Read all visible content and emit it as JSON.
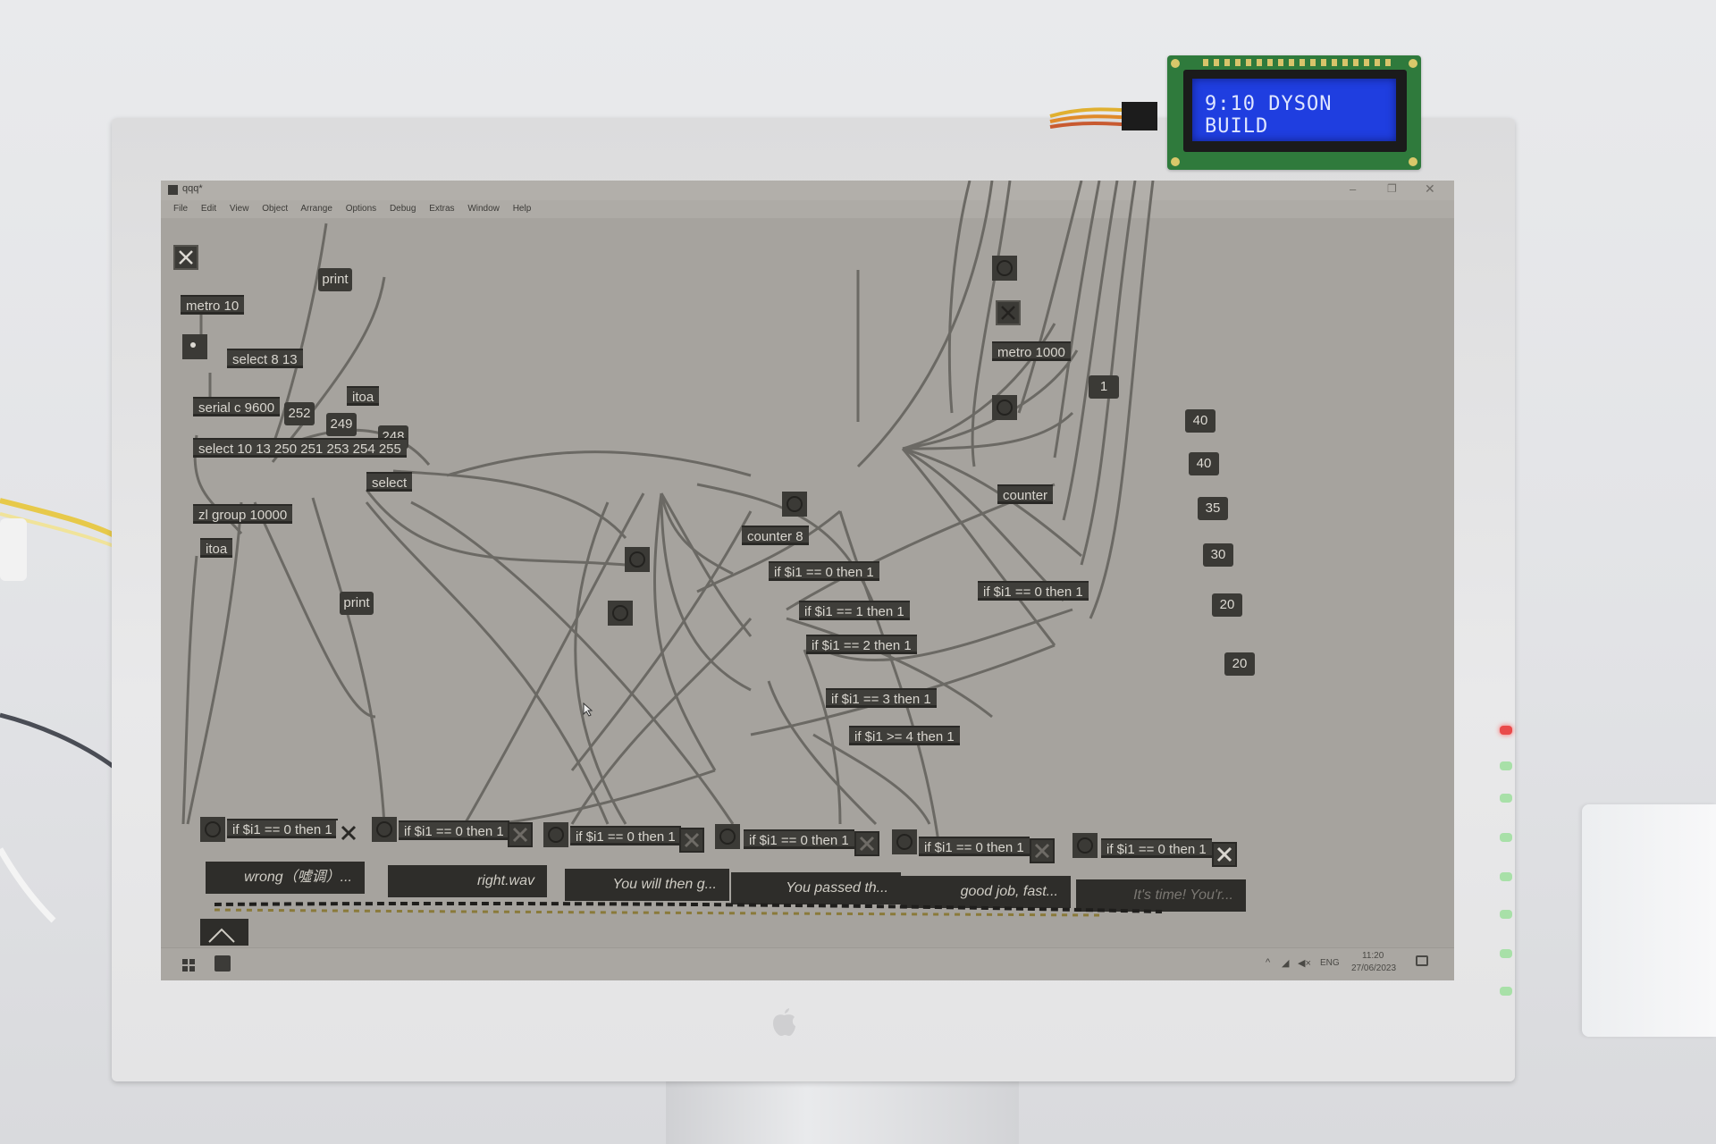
{
  "lcd": {
    "text": "9:10 DYSON BUILD"
  },
  "window": {
    "title": "qqq*",
    "menu": [
      "File",
      "Edit",
      "View",
      "Object",
      "Arrange",
      "Options",
      "Debug",
      "Extras",
      "Window",
      "Help"
    ]
  },
  "patch": {
    "metro_left": "metro 10",
    "metro_right": "metro 1000",
    "print_top": "print",
    "print_bottom": "print",
    "select_813": "select 8 13",
    "serial": "serial c 9600",
    "itoa_top": "itoa",
    "itoa_left": "itoa",
    "select_main": "select 10 13 250 251 253 254 255",
    "select_plain": "select",
    "zl_group": "zl group 10000",
    "counter_8": "counter 8",
    "counter": "counter",
    "num_252": "252",
    "num_249": "249",
    "num_248": "248",
    "num_1": "1",
    "nums_right": [
      "40",
      "40",
      "35",
      "30",
      "20",
      "20"
    ],
    "cond_middle": [
      "if $i1 == 0 then 1",
      "if $i1 == 1 then 1",
      "if $i1 == 2 then 1",
      "if $i1 == 3 then 1",
      "if $i1 >= 4 then 1"
    ],
    "cond_right": "if $i1 == 0 then 1",
    "cond_bottom": [
      "if $i1 == 0 then 1",
      "if $i1 == 0 then 1",
      "if $i1 == 0 then 1",
      "if $i1 == 0 then 1",
      "if $i1 == 0 then 1",
      "if $i1 == 0 then 1"
    ],
    "sound_files": [
      "wrong（噓调）...",
      "right.wav",
      "You will then g...",
      "You passed th...",
      "good job,  fast...",
      "It's time! You'r..."
    ]
  },
  "taskbar": {
    "lang": "ENG",
    "time": "11:20",
    "date": "27/06/2023"
  },
  "colors": {
    "lcd_background": "#1f3ee0",
    "lcd_text": "#dfe6ff",
    "patch_background": "#a7a49f",
    "object_box": "#3f3e3a",
    "pcb": "#2f7a3c"
  }
}
